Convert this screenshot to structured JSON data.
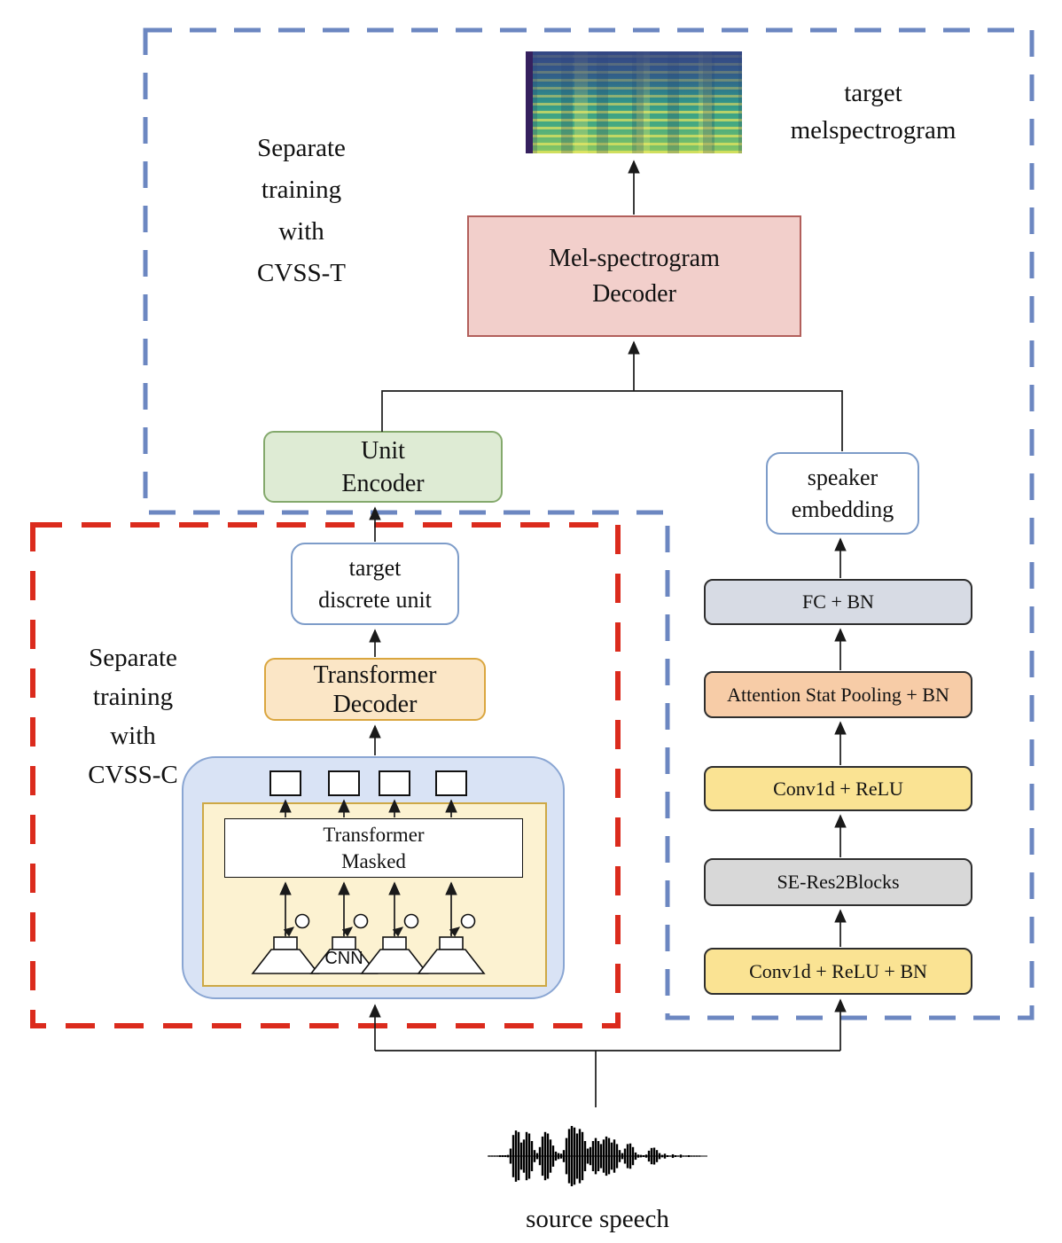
{
  "regions": {
    "cvss_t": {
      "label_lines": [
        "Separate",
        "training",
        "with",
        "CVSS-T"
      ]
    },
    "cvss_c": {
      "label_lines": [
        "Separate",
        "training",
        "with",
        "CVSS-C"
      ]
    }
  },
  "nodes": {
    "target_melspectrogram_label": {
      "lines": [
        "target",
        "melspectrogram"
      ]
    },
    "mel_decoder": {
      "lines": [
        "Mel-spectrogram",
        "Decoder"
      ]
    },
    "unit_encoder": {
      "lines": [
        "Unit",
        "Encoder"
      ]
    },
    "speaker_embedding": {
      "lines": [
        "speaker",
        "embedding"
      ]
    },
    "target_discrete_unit": {
      "lines": [
        "target",
        "discrete unit"
      ]
    },
    "transformer_decoder": {
      "lines": [
        "Transformer",
        "Decoder"
      ]
    },
    "masked_transformer": {
      "lines": [
        "Transformer",
        "Masked"
      ]
    },
    "cnn_label": "CNN",
    "fc_bn": "FC + BN",
    "attention_pooling": "Attention Stat Pooling + BN",
    "conv1d_relu": "Conv1d + ReLU",
    "se_res2blocks": "SE-Res2Blocks",
    "conv1d_relu_bn": "Conv1d + ReLU + BN",
    "source_speech": "source speech"
  },
  "colors": {
    "blue_dash": "#6C87C1",
    "red_dash": "#DB2B1D",
    "line": "#1a1a1a",
    "mel_decoder_fill": "#F2CFCB",
    "mel_decoder_border": "#B25F5B",
    "unit_encoder_fill": "#DEEBD4",
    "unit_encoder_border": "#84A96C",
    "blue_node_border": "#7D9CC9",
    "transformer_decoder_fill": "#FBE6C6",
    "transformer_decoder_border": "#DAA63F",
    "container_fill": "#D9E3F5",
    "container_border": "#8AA6D3",
    "inner_yellow_fill": "#FCF2D1",
    "inner_yellow_border": "#CDA845",
    "fc_fill": "#D7DBE4",
    "attention_fill": "#F7CCA7",
    "conv_fill": "#FAE393",
    "se_fill": "#D8D8D8",
    "pipeline_border": "#2E2E2E"
  },
  "waveform": {
    "amplitudes": [
      0.02,
      0.02,
      0.02,
      0.02,
      0.03,
      0.03,
      0.03,
      0.04,
      0.25,
      0.7,
      0.85,
      0.8,
      0.45,
      0.55,
      0.8,
      0.75,
      0.5,
      0.2,
      0.1,
      0.3,
      0.65,
      0.8,
      0.75,
      0.55,
      0.35,
      0.15,
      0.1,
      0.08,
      0.2,
      0.6,
      0.9,
      1.0,
      0.95,
      0.75,
      0.9,
      0.8,
      0.5,
      0.25,
      0.3,
      0.5,
      0.6,
      0.5,
      0.4,
      0.55,
      0.65,
      0.6,
      0.45,
      0.55,
      0.4,
      0.2,
      0.1,
      0.25,
      0.4,
      0.42,
      0.3,
      0.12,
      0.05,
      0.04,
      0.03,
      0.05,
      0.18,
      0.27,
      0.28,
      0.2,
      0.1,
      0.04,
      0.08,
      0.03,
      0.02,
      0.06,
      0.03,
      0.02,
      0.05,
      0.02,
      0.02,
      0.03,
      0.02,
      0.02,
      0.02,
      0.02
    ]
  }
}
